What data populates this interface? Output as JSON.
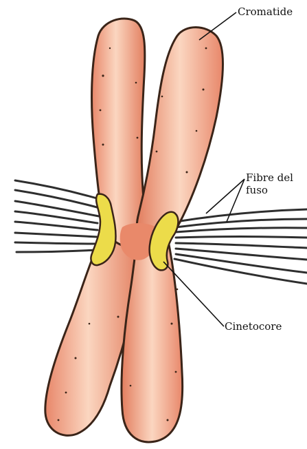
{
  "labels": {
    "cromatide": "Cromatide",
    "fibre_line1": "Fibre del",
    "fibre_line2": "fuso",
    "cinetocore": "Cinetocore"
  },
  "colors": {
    "chromatid_fill": "#f0a47e",
    "chromatid_highlight": "#fbd6c0",
    "chromatid_outline": "#3a2418",
    "kinetochore_fill": "#ecdc4a",
    "spindle_fiber": "#2e2e2e"
  }
}
